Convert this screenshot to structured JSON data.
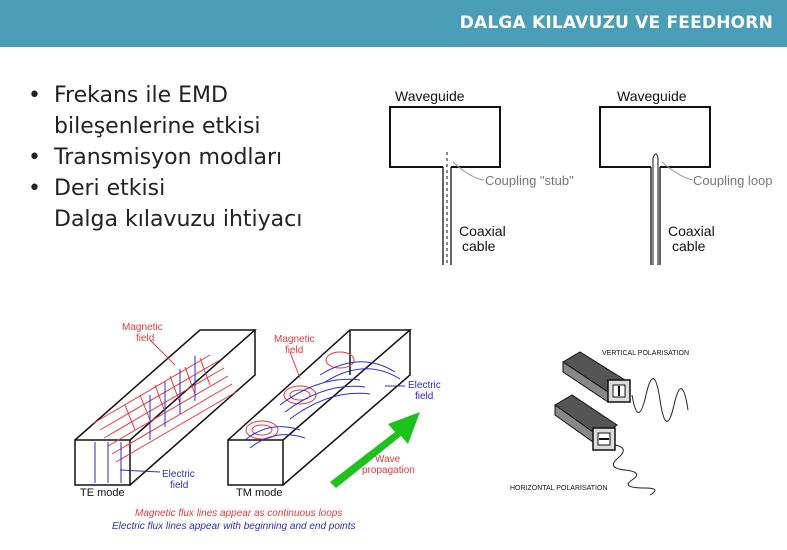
{
  "header": {
    "title": "DALGA KILAVUZU VE FEEDHORN"
  },
  "bullets": [
    {
      "bullet": "•",
      "lines": [
        "Frekans ile EMD",
        "bileşenlerine etkisi"
      ]
    },
    {
      "bullet": "•",
      "lines": [
        "Transmisyon modları"
      ]
    },
    {
      "bullet": "•",
      "lines": [
        "Deri etkisi"
      ]
    },
    {
      "bullet": "",
      "lines": [
        "Dalga kılavuzu ihtiyacı"
      ]
    }
  ],
  "coupling": {
    "left": {
      "title": "Waveguide",
      "coupler": "Coupling \"stub\"",
      "cable_1": "Coaxial",
      "cable_2": "cable"
    },
    "right": {
      "title": "Waveguide",
      "coupler": "Coupling loop",
      "cable_1": "Coaxial",
      "cable_2": "cable"
    }
  },
  "modes": {
    "magnetic_1": "Magnetic",
    "field_1": "field",
    "magnetic_2": "Magnetic",
    "field_2": "field",
    "electric_1": "Electric",
    "field_3": "field",
    "electric_2": "Electric",
    "field_4": "field",
    "wave_1": "Wave",
    "wave_2": "propagation",
    "te_mode": "TE mode",
    "tm_mode": "TM mode",
    "caption_1": "Magnetic flux lines appear as continuous loops",
    "caption_2": "Electric flux lines appear with beginning and end points",
    "colors": {
      "magnetic": "#e8383d",
      "electric": "#2a2ad8",
      "wave": "#1ec21e"
    }
  },
  "polarisation": {
    "vertical": "VERTICAL POLARISATION",
    "horizontal": "HORIZONTAL POLARISATION"
  }
}
